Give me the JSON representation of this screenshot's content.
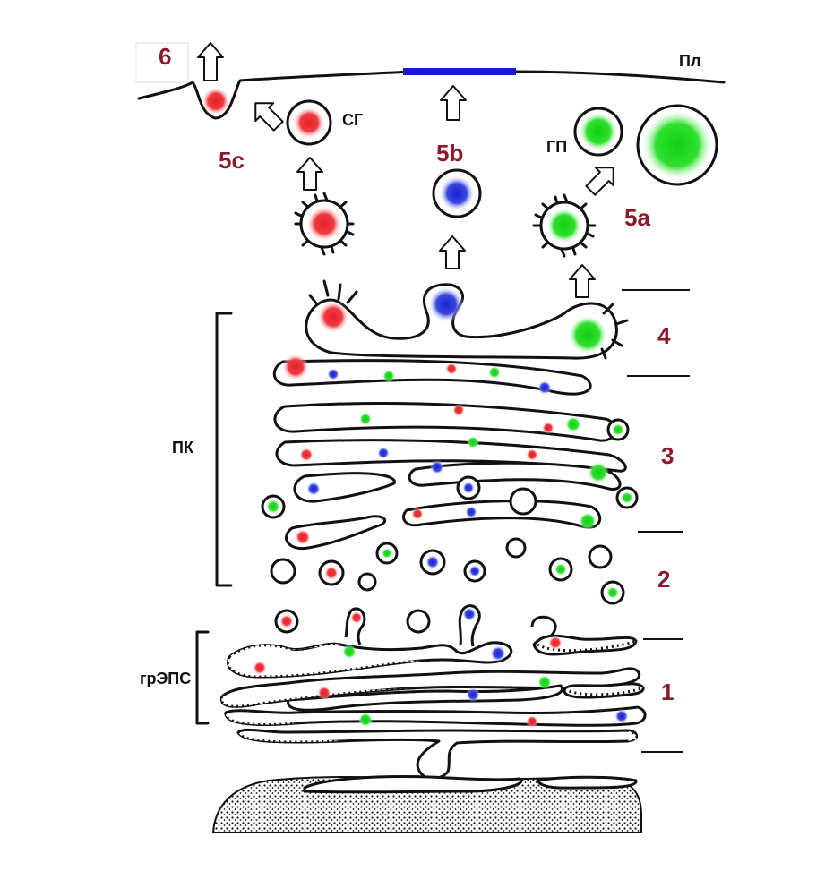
{
  "labels": {
    "n6": "6",
    "n5c": "5c",
    "n5b": "5b",
    "n5a": "5a",
    "n4": "4",
    "n3": "3",
    "n2": "2",
    "n1": "1",
    "pl": "Пл",
    "sg": "СГ",
    "gp": "ГП",
    "pk": "ПК",
    "grEPS": "грЭПС"
  },
  "colors": {
    "red": "#e8202a",
    "green": "#1fd81f",
    "blue": "#2028d8",
    "label": "#8b1a2a",
    "membrane_patch": "#1a1acc"
  }
}
